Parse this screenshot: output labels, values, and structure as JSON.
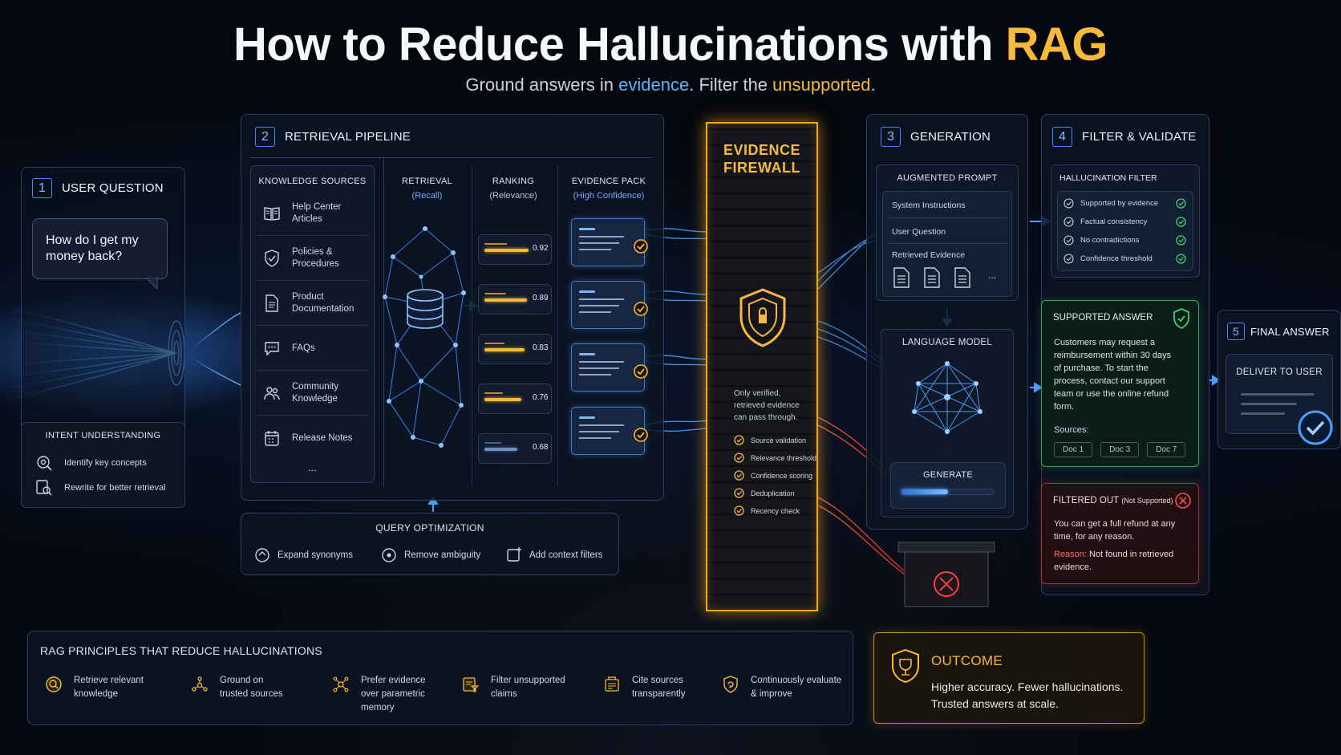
{
  "title": {
    "main": "How to Reduce Hallucinations with",
    "accent": "RAG",
    "sub_a": "Ground answers in",
    "sub_ev": "evidence",
    "sub_b": ". Filter the",
    "sub_un": "unsupported",
    "sub_c": "."
  },
  "colors": {
    "accent_gold": "#f6b93b",
    "accent_blue": "#3d8bff",
    "success_green": "#3fd16e",
    "error_red": "#ff4b4b",
    "background": "#04070d"
  },
  "step1": {
    "num": "1",
    "title": "USER QUESTION",
    "question": "How do I get my money back?",
    "intent_title": "INTENT UNDERSTANDING",
    "intent": [
      {
        "icon": "target-icon",
        "label": "Identify key concepts"
      },
      {
        "icon": "rewrite-icon",
        "label": "Rewrite for better retrieval"
      }
    ]
  },
  "step2": {
    "num": "2",
    "title": "RETRIEVAL PIPELINE",
    "ks_title": "KNOWLEDGE SOURCES",
    "sources": [
      {
        "icon": "book-icon",
        "label": "Help Center\nArticles"
      },
      {
        "icon": "shield-icon",
        "label": "Policies &\nProcedures"
      },
      {
        "icon": "document-icon",
        "label": "Product\nDocumentation"
      },
      {
        "icon": "chat-icon",
        "label": "FAQs"
      },
      {
        "icon": "people-icon",
        "label": "Community\nKnowledge"
      },
      {
        "icon": "calendar-icon",
        "label": "Release Notes"
      }
    ],
    "sources_more": "...",
    "retrieval_title": "RETRIEVAL",
    "retrieval_sub": "(Recall)",
    "ranking_title": "RANKING",
    "ranking_sub": "(Relevance)",
    "ranking_scores": [
      "0.92",
      "0.89",
      "0.83",
      "0.76",
      "0.68"
    ],
    "evidence_title": "EVIDENCE PACK",
    "evidence_sub": "(High Confidence)"
  },
  "query_opt": {
    "title": "QUERY OPTIMIZATION",
    "items": [
      {
        "icon": "synonym-icon",
        "label": "Expand synonyms"
      },
      {
        "icon": "ambiguity-icon",
        "label": "Remove ambiguity"
      },
      {
        "icon": "filter-add-icon",
        "label": "Add context filters"
      }
    ]
  },
  "firewall": {
    "title": "EVIDENCE\nFIREWALL",
    "note": "Only verified,\nretrieved evidence\ncan pass through.",
    "checks": [
      "Source validation",
      "Relevance threshold",
      "Confidence scoring",
      "Deduplication",
      "Recency check"
    ]
  },
  "step3": {
    "num": "3",
    "title": "GENERATION",
    "aug_title": "AUGMENTED PROMPT",
    "aug_rows": [
      "System Instructions",
      "User Question",
      "Retrieved Evidence"
    ],
    "aug_more": "...",
    "lm_title": "LANGUAGE MODEL",
    "gen_label": "GENERATE",
    "gen_progress": 0.5
  },
  "step4": {
    "num": "4",
    "title": "FILTER & VALIDATE",
    "hf_title": "HALLUCINATION FILTER",
    "checks": [
      "Supported by evidence",
      "Factual consistency",
      "No contradictions",
      "Confidence threshold"
    ],
    "supported_title": "SUPPORTED ANSWER",
    "supported_text": "Customers may request a reimbursement within 30 days of purchase. To start the process, contact our support team or use the online refund form.",
    "sources_label": "Sources:",
    "sources": [
      "Doc 1",
      "Doc 3",
      "Doc 7"
    ],
    "filtered_title": "FILTERED OUT",
    "filtered_sub": "(Not Supported)",
    "filtered_text": "You can get a full refund at any time, for any reason.",
    "reason_label": "Reason:",
    "reason_text": "Not found in retrieved evidence."
  },
  "step5": {
    "num": "5",
    "title": "FINAL ANSWER",
    "deliver": "DELIVER TO USER"
  },
  "principles": {
    "title": "RAG PRINCIPLES THAT REDUCE HALLUCINATIONS",
    "items": [
      {
        "icon": "search-icon",
        "label": "Retrieve relevant\nknowledge"
      },
      {
        "icon": "network-icon",
        "label": "Ground on\ntrusted sources"
      },
      {
        "icon": "brain-icon",
        "label": "Prefer evidence\nover parametric\nmemory"
      },
      {
        "icon": "filter-icon",
        "label": "Filter unsupported\nclaims"
      },
      {
        "icon": "cite-icon",
        "label": "Cite sources\ntransparently"
      },
      {
        "icon": "improve-icon",
        "label": "Continuously evaluate\n& improve"
      }
    ]
  },
  "outcome": {
    "title": "OUTCOME",
    "text": "Higher accuracy. Fewer hallucinations.\nTrusted answers at scale."
  }
}
